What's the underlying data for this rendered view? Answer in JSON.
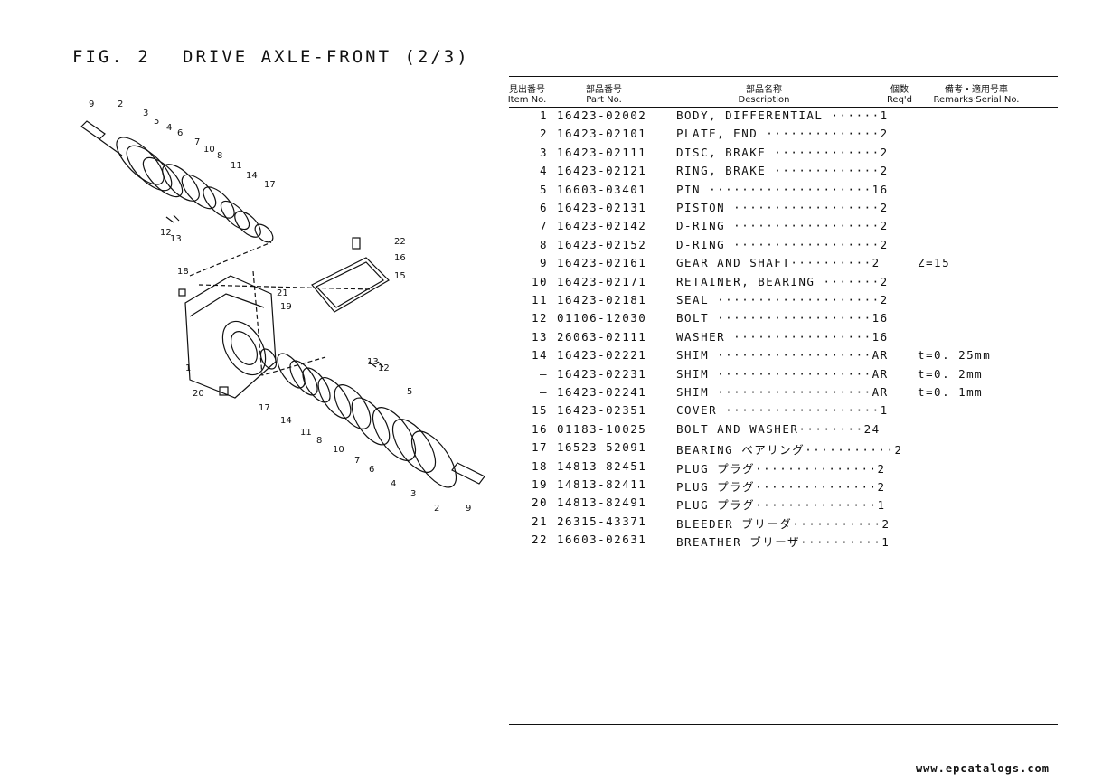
{
  "figure": {
    "number": "FIG. 2",
    "title": "DRIVE AXLE-FRONT (2/3)"
  },
  "headers": {
    "item_jp": "見出番号",
    "item_en": "Item No.",
    "part_jp": "部品番号",
    "part_en": "Part No.",
    "desc_jp": "部品名称",
    "desc_en": "Description",
    "qty_jp": "個数",
    "qty_en": "Req'd",
    "rem_jp": "備考・適用号車",
    "rem_en": "Remarks·Serial No."
  },
  "parts": [
    {
      "item": "1",
      "part": "16423-02002",
      "desc": "BODY, DIFFERENTIAL ······1",
      "remarks": ""
    },
    {
      "item": "2",
      "part": "16423-02101",
      "desc": "PLATE, END ··············2",
      "remarks": ""
    },
    {
      "item": "3",
      "part": "16423-02111",
      "desc": "DISC, BRAKE ·············2",
      "remarks": ""
    },
    {
      "item": "4",
      "part": "16423-02121",
      "desc": "RING, BRAKE ·············2",
      "remarks": ""
    },
    {
      "item": "5",
      "part": "16603-03401",
      "desc": "PIN ····················16",
      "remarks": ""
    },
    {
      "item": "6",
      "part": "16423-02131",
      "desc": "PISTON ··················2",
      "remarks": ""
    },
    {
      "item": "7",
      "part": "16423-02142",
      "desc": "D-RING ··················2",
      "remarks": ""
    },
    {
      "item": "8",
      "part": "16423-02152",
      "desc": "D-RING ··················2",
      "remarks": ""
    },
    {
      "item": "9",
      "part": "16423-02161",
      "desc": "GEAR AND SHAFT··········2",
      "remarks": "Z=15"
    },
    {
      "item": "10",
      "part": "16423-02171",
      "desc": "RETAINER, BEARING ·······2",
      "remarks": ""
    },
    {
      "item": "11",
      "part": "16423-02181",
      "desc": "SEAL ····················2",
      "remarks": ""
    },
    {
      "item": "12",
      "part": "01106-12030",
      "desc": "BOLT ···················16",
      "remarks": ""
    },
    {
      "item": "13",
      "part": "26063-02111",
      "desc": "WASHER ·················16",
      "remarks": ""
    },
    {
      "item": "14",
      "part": "16423-02221",
      "desc": "SHIM ···················AR",
      "remarks": "t=0. 25mm"
    },
    {
      "item": "—",
      "part": "16423-02231",
      "desc": "SHIM ···················AR",
      "remarks": "t=0. 2mm"
    },
    {
      "item": "—",
      "part": "16423-02241",
      "desc": "SHIM ···················AR",
      "remarks": "t=0. 1mm"
    },
    {
      "item": "15",
      "part": "16423-02351",
      "desc": "COVER ···················1",
      "remarks": ""
    },
    {
      "item": "16",
      "part": "01183-10025",
      "desc": "BOLT AND WASHER········24",
      "remarks": ""
    },
    {
      "item": "17",
      "part": "16523-52091",
      "desc": "BEARING ベアリング···········2",
      "remarks": ""
    },
    {
      "item": "18",
      "part": "14813-82451",
      "desc": "PLUG プラグ···············2",
      "remarks": ""
    },
    {
      "item": "19",
      "part": "14813-82411",
      "desc": "PLUG プラグ···············2",
      "remarks": ""
    },
    {
      "item": "20",
      "part": "14813-82491",
      "desc": "PLUG プラグ···············1",
      "remarks": ""
    },
    {
      "item": "21",
      "part": "26315-43371",
      "desc": "BLEEDER ブリーダ···········2",
      "remarks": ""
    },
    {
      "item": "22",
      "part": "16603-02631",
      "desc": "BREATHER ブリーザ··········1",
      "remarks": ""
    }
  ],
  "diagram_labels": {
    "l1": "1",
    "l2": "2",
    "l3": "3",
    "l4": "4",
    "l5": "5",
    "l6": "6",
    "l7": "7",
    "l8": "8",
    "l9": "9",
    "l10": "10",
    "l11": "11",
    "l12": "12",
    "l13": "13",
    "l14": "14",
    "l15": "15",
    "l16": "16",
    "l17": "17",
    "l18": "18",
    "l19": "19",
    "l20": "20",
    "l21": "21",
    "l22": "22"
  },
  "footer": "www.epcatalogs.com"
}
